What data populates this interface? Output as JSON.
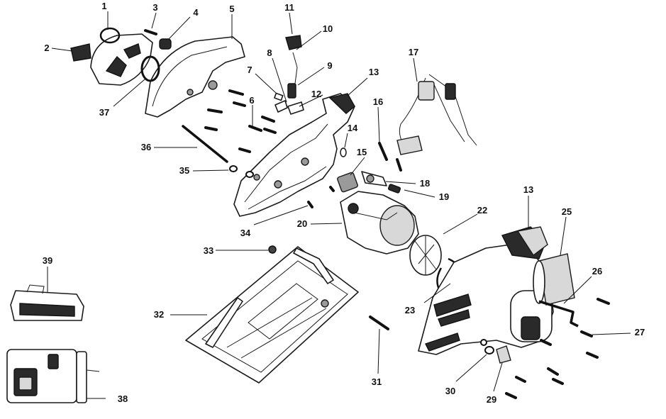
{
  "diagram": {
    "callouts": [
      "1",
      "2",
      "3",
      "4",
      "5",
      "6",
      "7",
      "8",
      "9",
      "10",
      "11",
      "12",
      "13",
      "14",
      "15",
      "16",
      "17",
      "18",
      "19",
      "20",
      "22",
      "23",
      "25",
      "26",
      "27",
      "29",
      "30",
      "31",
      "32",
      "33",
      "34",
      "35",
      "36",
      "37",
      "38",
      "39",
      "13"
    ]
  }
}
